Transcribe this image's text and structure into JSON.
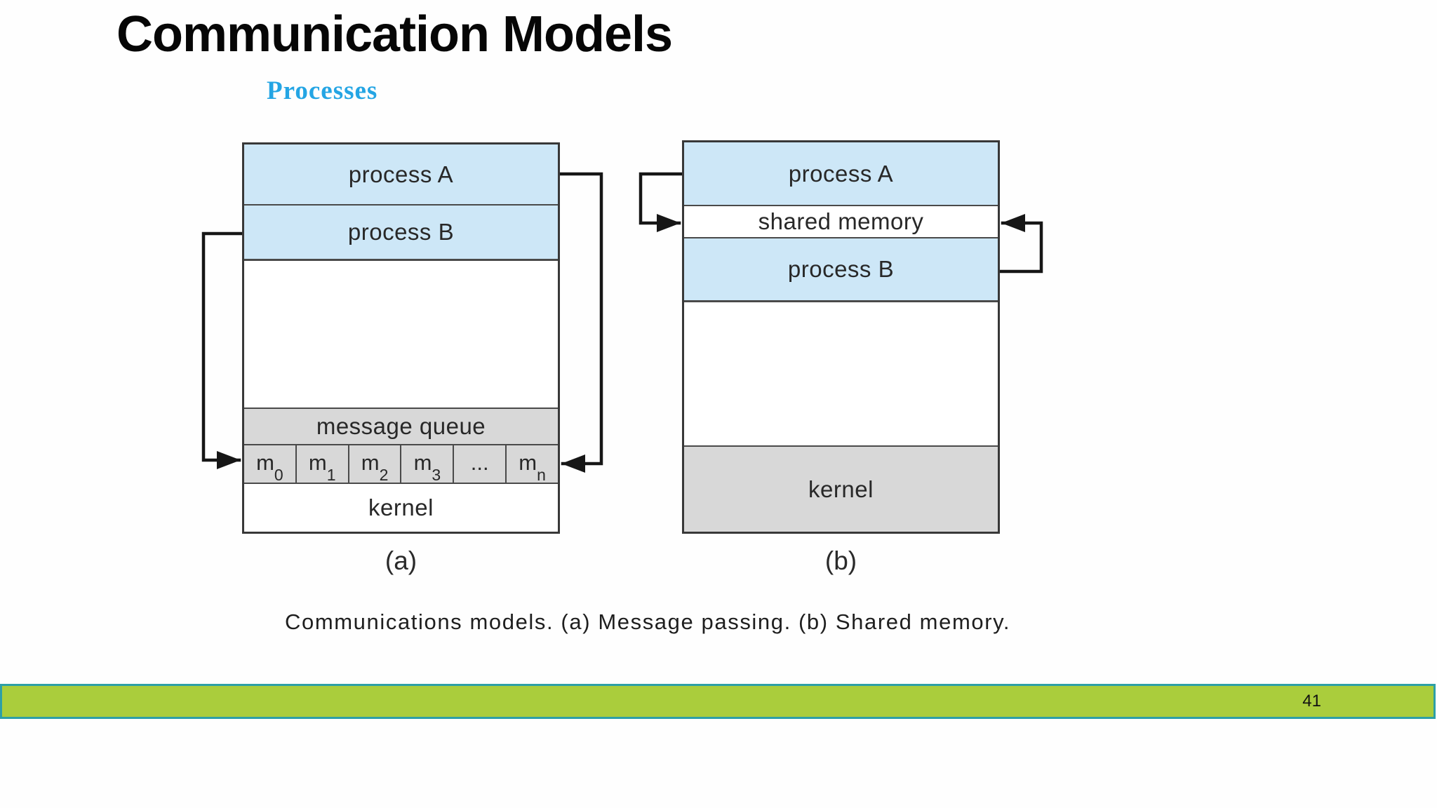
{
  "slide": {
    "title": "Communication Models"
  },
  "figure": {
    "heading": "Processes",
    "caption": "Communications models. (a) Message passing. (b) Shared memory.",
    "diagram_a": {
      "label": "(a)",
      "process_a": "process A",
      "process_b": "process B",
      "message_queue": "message queue",
      "kernel": "kernel",
      "queue_cells": [
        {
          "base": "m",
          "sub": "0"
        },
        {
          "base": "m",
          "sub": "1"
        },
        {
          "base": "m",
          "sub": "2"
        },
        {
          "base": "m",
          "sub": "3"
        },
        {
          "base": "...",
          "sub": ""
        },
        {
          "base": "m",
          "sub": "n"
        }
      ]
    },
    "diagram_b": {
      "label": "(b)",
      "process_a": "process A",
      "shared_memory": "shared memory",
      "process_b": "process B",
      "kernel": "kernel"
    },
    "colors": {
      "process_fill": "#cde7f7",
      "queue_fill": "#d8d8d8",
      "border": "#383838",
      "arrow": "#161616",
      "heading_blue": "#24a5e4"
    }
  },
  "footer": {
    "page_number": "41",
    "bar_fill": "#aacd3c",
    "bar_border": "#2d9fa6"
  }
}
